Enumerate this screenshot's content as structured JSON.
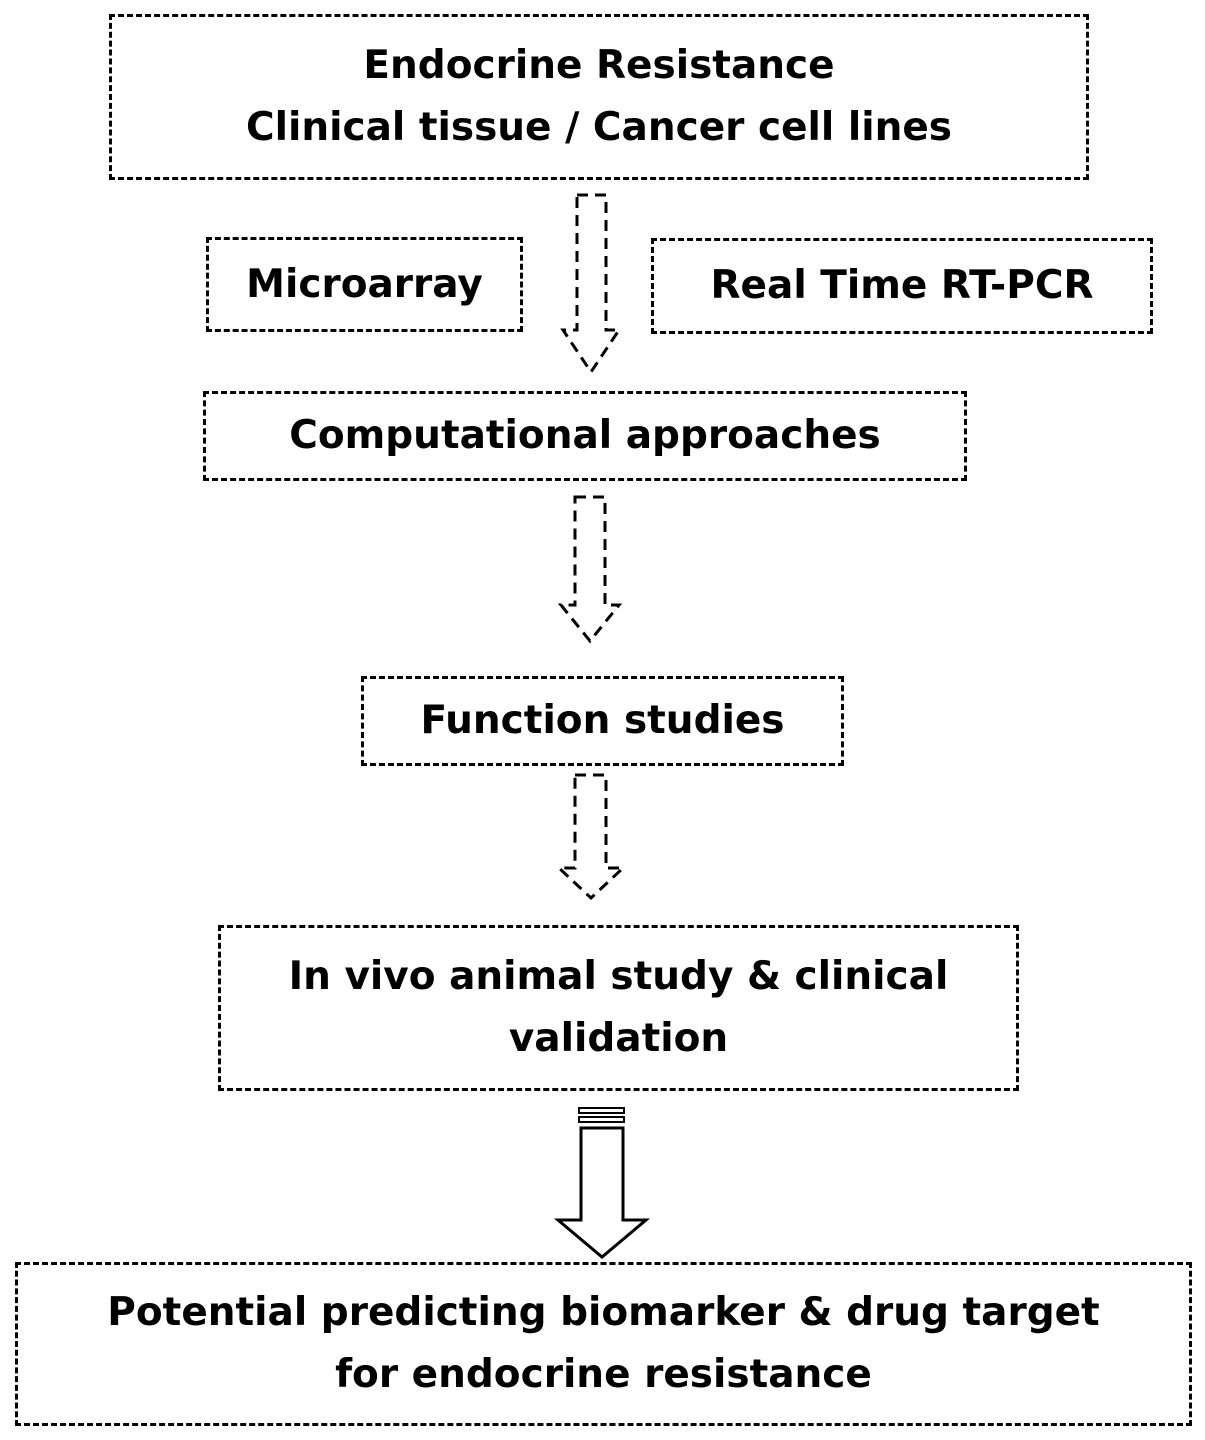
{
  "flowchart": {
    "top": {
      "line1": "Endocrine Resistance",
      "line2": "Clinical tissue / Cancer cell lines"
    },
    "microarray": "Microarray",
    "rtpcr": "Real Time RT-PCR",
    "computational": "Computational approaches",
    "function": "Function studies",
    "invivo": {
      "line1": "In vivo animal study & clinical",
      "line2": "validation"
    },
    "outcome": {
      "line1": "Potential predicting biomarker & drug target",
      "line2": "for endocrine resistance"
    }
  },
  "colors": {
    "stroke": "#000000",
    "background": "#ffffff"
  }
}
